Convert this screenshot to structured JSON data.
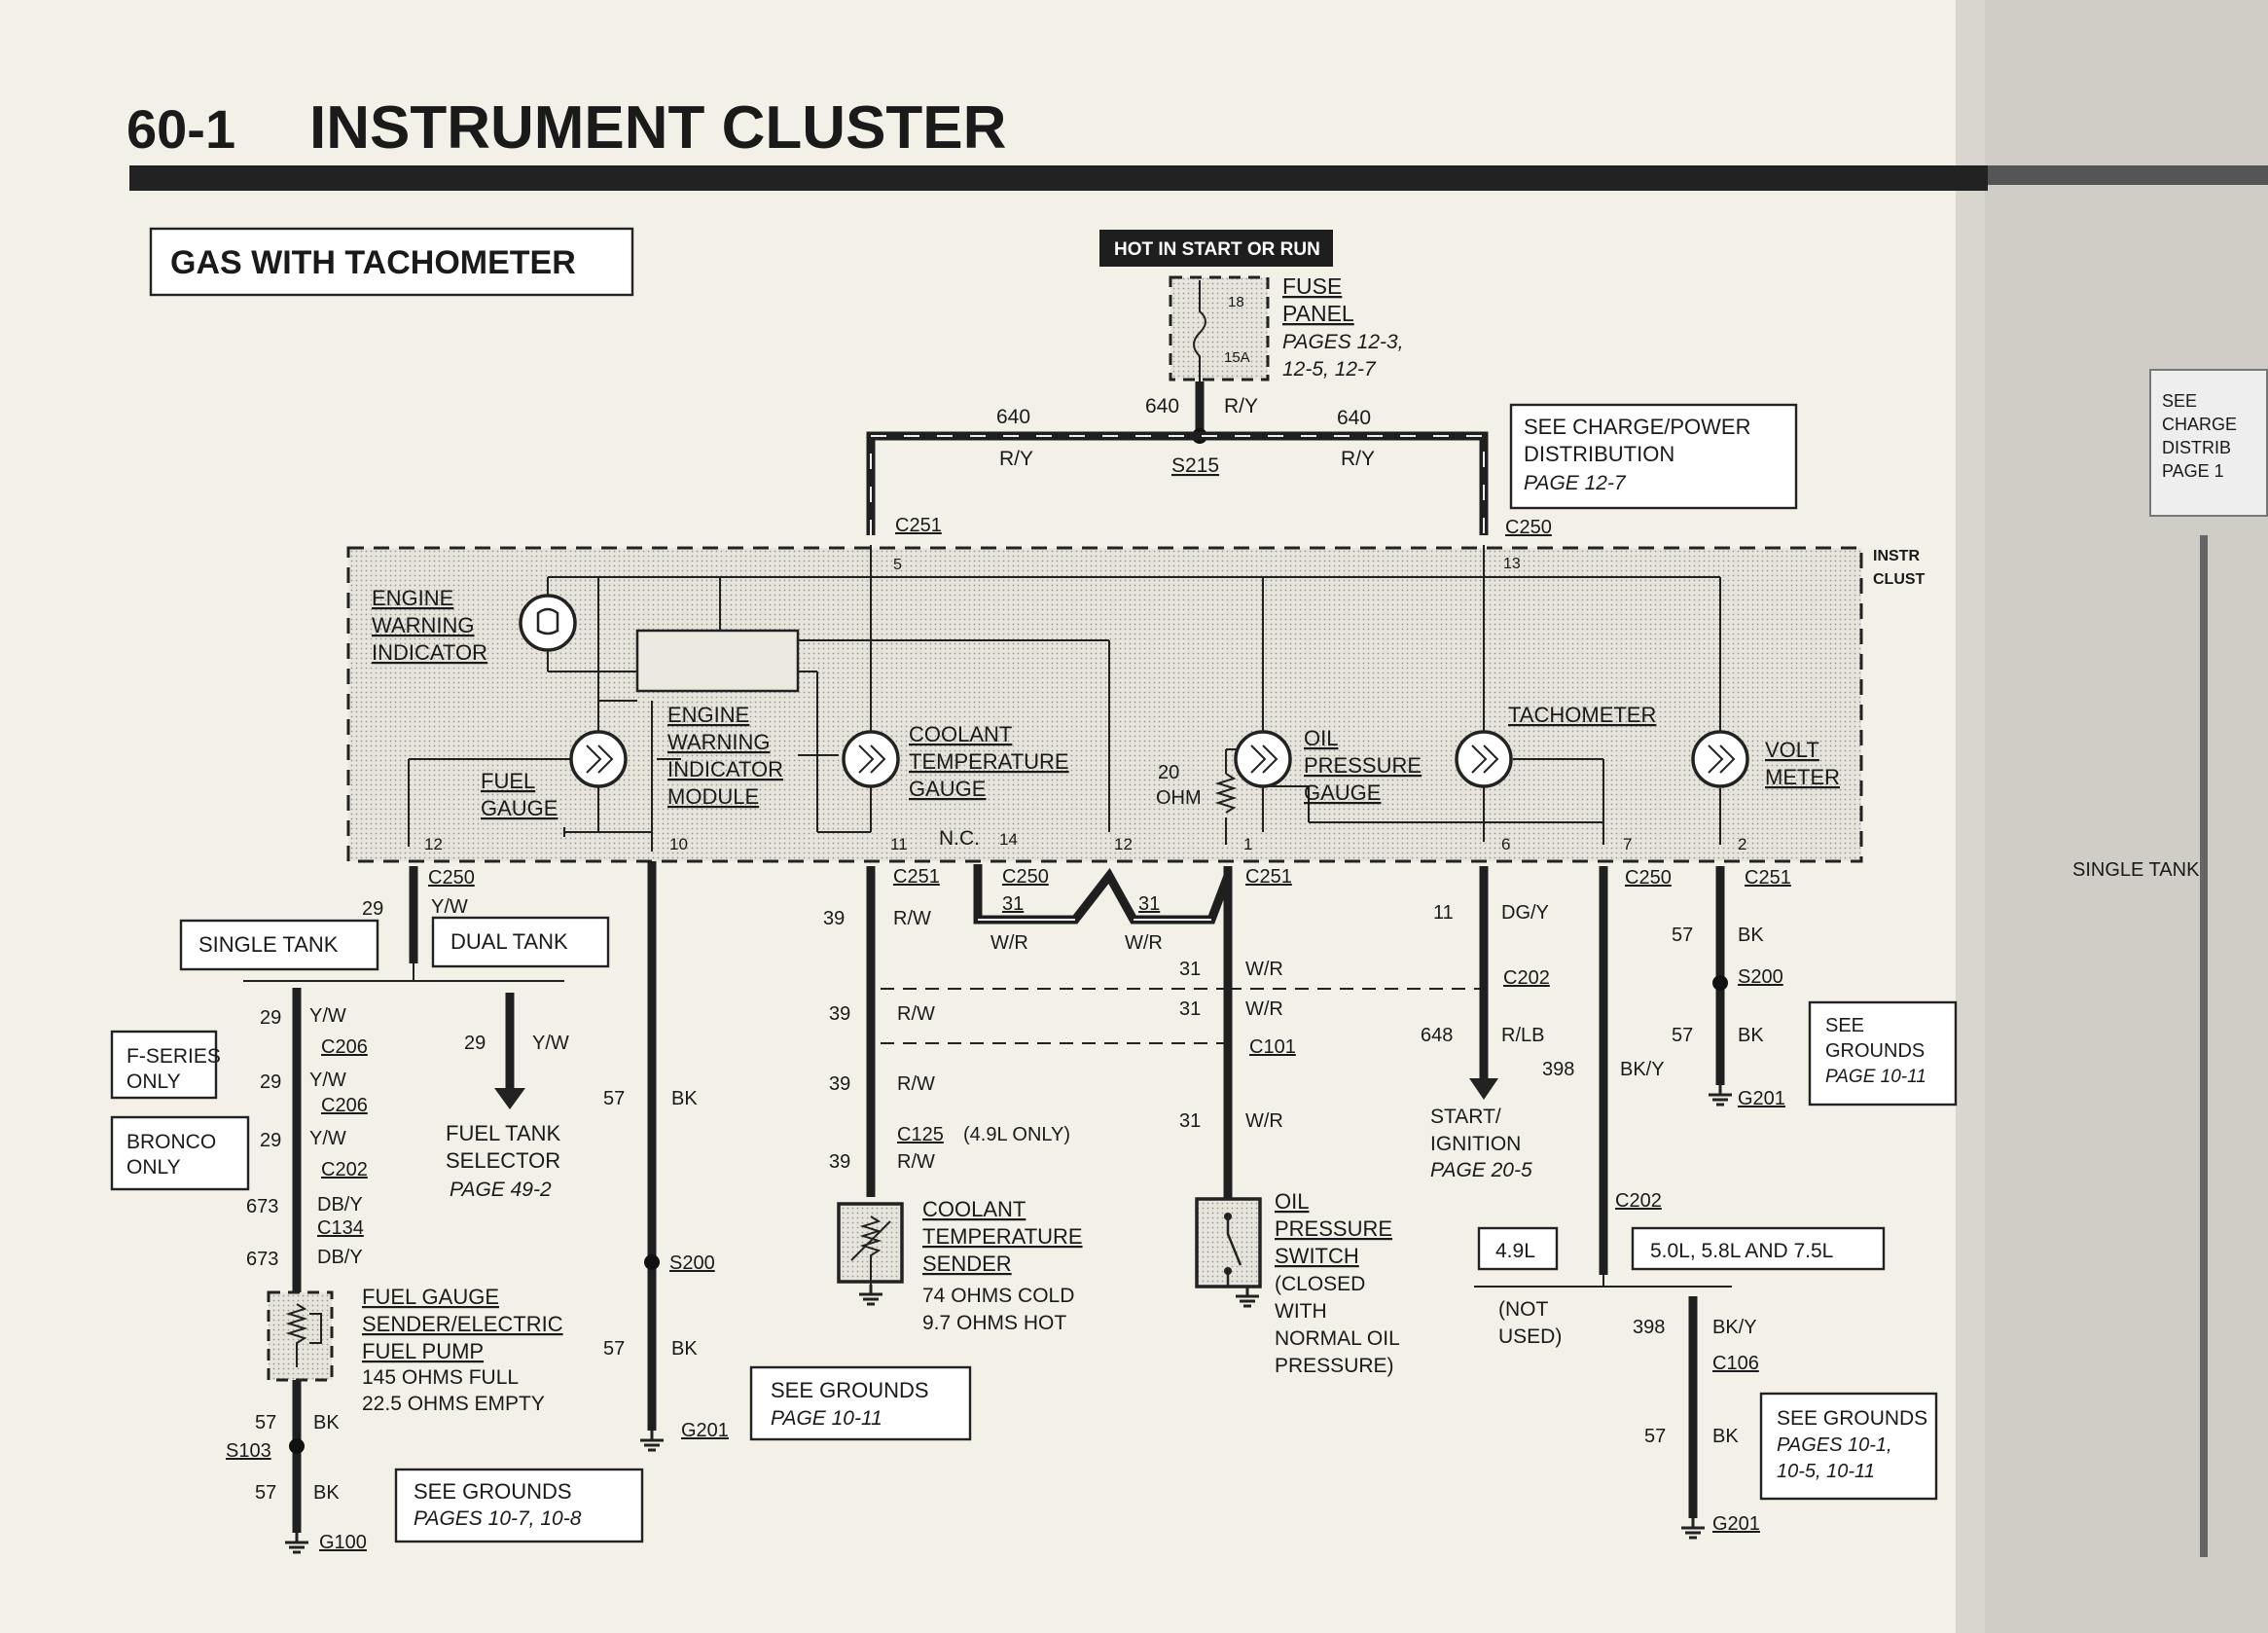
{
  "header": {
    "page_number": "60-1",
    "title": "INSTRUMENT CLUSTER",
    "variant": "GAS WITH TACHOMETER"
  },
  "power": {
    "hot_label": "HOT IN START OR RUN",
    "fuse_number": "18",
    "fuse_rating": "15A",
    "fuse_panel": [
      "FUSE",
      "PANEL"
    ],
    "fuse_pages": [
      "PAGES 12-3,",
      "12-5, 12-7"
    ],
    "feed_circuit": "640",
    "feed_color": "R/Y",
    "splice": "S215",
    "left_circuit": "640",
    "left_color": "R/Y",
    "right_circuit": "640",
    "right_color": "R/Y",
    "charge_ref": [
      "SEE CHARGE/POWER",
      "DISTRIBUTION",
      "PAGE 12-7"
    ]
  },
  "cluster": {
    "label": [
      "INSTR",
      "CLUST"
    ],
    "left_connector": "C251",
    "left_pin": "5",
    "right_connector": "C250",
    "right_pin": "13",
    "components": {
      "engine_warning_indicator": [
        "ENGINE",
        "WARNING",
        "INDICATOR"
      ],
      "engine_warning_module": [
        "ENGINE",
        "WARNING",
        "INDICATOR",
        "MODULE"
      ],
      "fuel_gauge": [
        "FUEL",
        "GAUGE"
      ],
      "coolant_gauge": [
        "COOLANT",
        "TEMPERATURE",
        "GAUGE"
      ],
      "oil_gauge": [
        "OIL",
        "PRESSURE",
        "GAUGE"
      ],
      "tachometer": "TACHOMETER",
      "voltmeter": [
        "VOLT",
        "METER"
      ],
      "resistor": [
        "20",
        "OHM"
      ],
      "nc": "N.C."
    },
    "pins": [
      "12",
      "10",
      "11",
      "14",
      "12",
      "1",
      "6",
      "7",
      "2"
    ]
  },
  "fuel_circuit": {
    "connector": "C250",
    "circuit": "29",
    "color": "Y/W",
    "single_tank": "SINGLE TANK",
    "dual_tank": "DUAL TANK",
    "fseries": [
      "F-SERIES",
      "ONLY"
    ],
    "bronco": [
      "BRONCO",
      "ONLY"
    ],
    "conn_c206a": "C206",
    "conn_c206b": "C206",
    "conn_c202": "C202",
    "conn_c134": "C134",
    "circuit_673": "673",
    "color_dby": "DB/Y",
    "selector": [
      "FUEL TANK",
      "SELECTOR"
    ],
    "selector_page": "PAGE 49-2",
    "sender": [
      "FUEL GAUGE",
      "SENDER/ELECTRIC",
      "FUEL PUMP"
    ],
    "sender_spec": [
      "145 OHMS FULL",
      "22.5 OHMS EMPTY"
    ],
    "ground_circuit": "57",
    "ground_color": "BK",
    "splice": "S103",
    "ground": "G100",
    "grounds_ref": [
      "SEE GROUNDS",
      "PAGES 10-7, 10-8"
    ]
  },
  "module_ground": {
    "circuit": "57",
    "color": "BK",
    "splice": "S200",
    "ground": "G201",
    "grounds_ref": [
      "SEE GROUNDS",
      "PAGE 10-11"
    ]
  },
  "coolant_circuit": {
    "connector": "C251",
    "circuit": "39",
    "color": "R/W",
    "conn_c125": "C125",
    "c125_note": "(4.9L ONLY)",
    "sender": [
      "COOLANT",
      "TEMPERATURE",
      "SENDER"
    ],
    "sender_spec": [
      "74 OHMS COLD",
      "9.7 OHMS HOT"
    ]
  },
  "oil_circuit": {
    "conn_c250": "C250",
    "conn_c251": "C251",
    "conn_c101": "C101",
    "circuit": "31",
    "color": "W/R",
    "switch": [
      "OIL",
      "PRESSURE",
      "SWITCH"
    ],
    "switch_note": [
      "(CLOSED",
      "WITH",
      "NORMAL OIL",
      "PRESSURE)"
    ]
  },
  "tach_circuit": {
    "connector": "C250",
    "circuit_11": "11",
    "color_11": "DG/Y",
    "conn_c202": "C202",
    "circuit_648": "648",
    "color_648": "R/LB",
    "start_ref": [
      "START/",
      "IGNITION",
      "PAGE 20-5"
    ],
    "circuit_398": "398",
    "color_398": "BK/Y",
    "engine_49": "4.9L",
    "not_used": [
      "(NOT",
      "USED)"
    ],
    "engines_v8": "5.0L, 5.8L AND 7.5L",
    "conn_c106": "C106",
    "ground_circuit": "57",
    "ground_color": "BK",
    "ground": "G201",
    "grounds_ref": [
      "SEE GROUNDS",
      "PAGES 10-1,",
      "10-5, 10-11"
    ]
  },
  "volt_circuit": {
    "connector": "C251",
    "circuit": "57",
    "color": "BK",
    "splice": "S200",
    "ground": "G201",
    "grounds_ref": [
      "SEE",
      "GROUNDS",
      "PAGE 10-11"
    ]
  },
  "next_page": {
    "ref": [
      "SEE",
      "CHARGE",
      "DISTRIB",
      "PAGE 1"
    ],
    "single_tank": "SINGLE TANK"
  }
}
